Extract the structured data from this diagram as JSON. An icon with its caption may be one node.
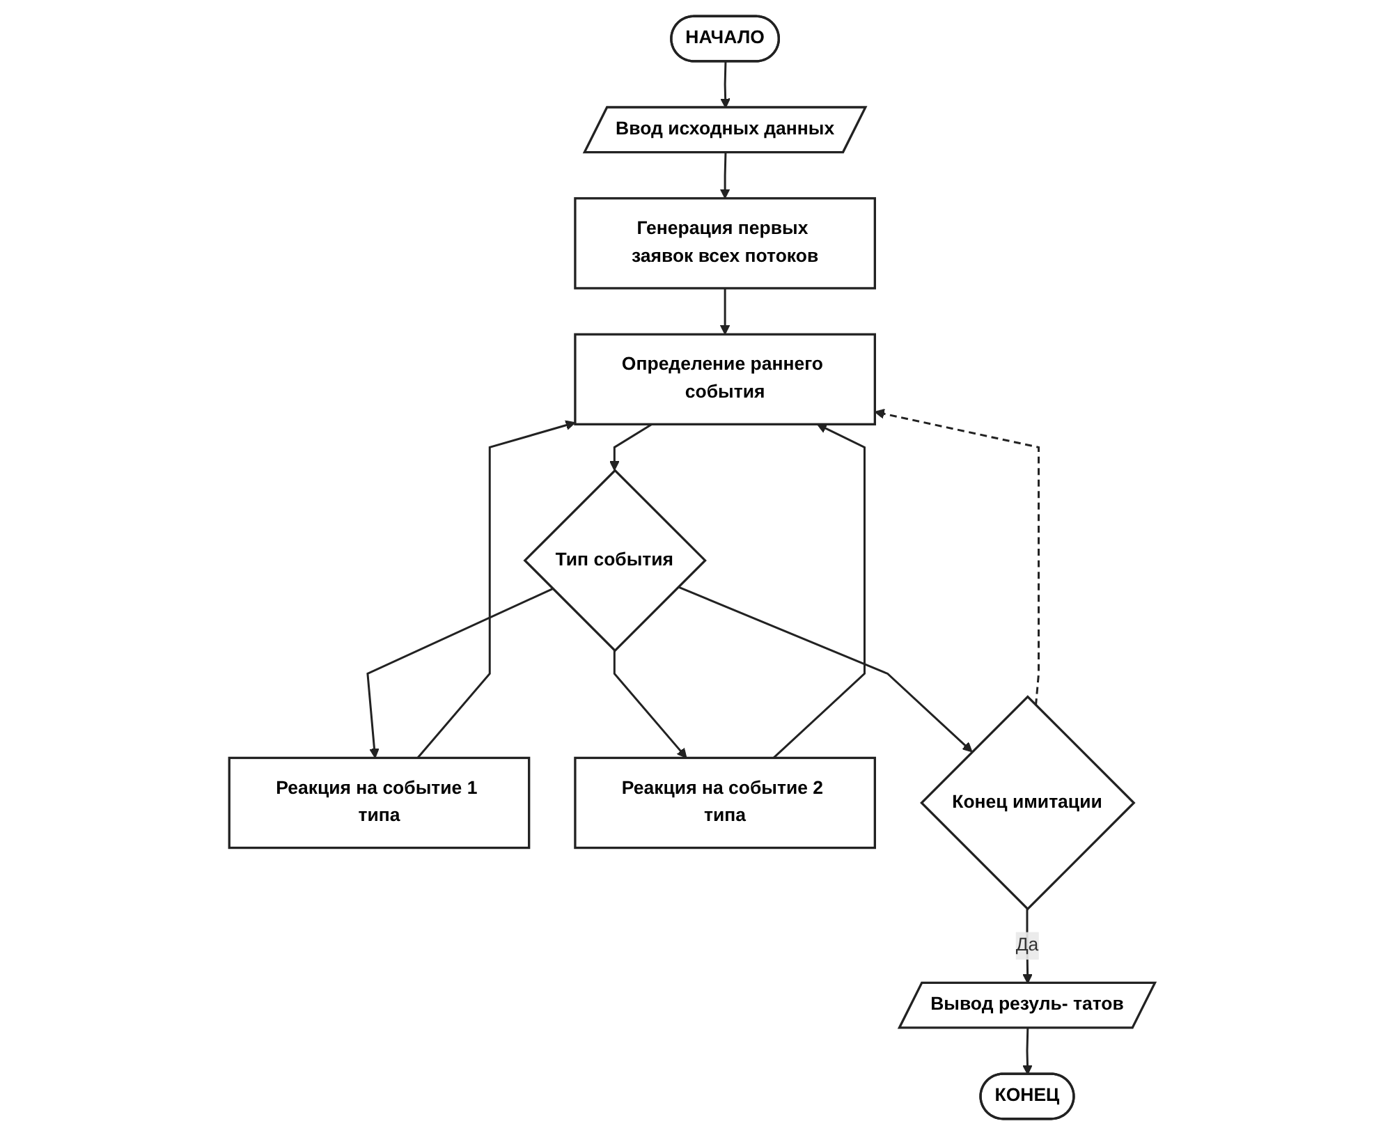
{
  "diagram": {
    "nodes": [
      {
        "text": [
          "НАЧАЛО"
        ]
      },
      {
        "text": [
          "Ввод исходных данных"
        ]
      },
      {
        "text": [
          "Генерация первых заявок всех потоков"
        ]
      },
      {
        "text": [
          "Определение раннего события"
        ]
      },
      {
        "text": [
          "Тип события"
        ]
      },
      {
        "text": [
          "Реакция на событие 1 типа"
        ]
      },
      {
        "text": [
          "Реакция на событие 2 типа"
        ]
      },
      {
        "text": [
          "Конец имитации"
        ]
      },
      {
        "text": [
          "Вывод резуль- татов"
        ]
      },
      {
        "text": [
          "КОНЕЦ"
        ]
      }
    ],
    "edges": [
      {
        "from": 0,
        "to": 1,
        "arrow": "to"
      },
      {
        "from": 1,
        "to": 2,
        "arrow": "to"
      },
      {
        "from": 2,
        "to": 3,
        "arrow": "to"
      },
      {
        "from": 3,
        "to": 4,
        "arrow": "to"
      },
      {
        "from": 4,
        "to": 5,
        "arrow": "to"
      },
      {
        "from": 4,
        "to": 6,
        "arrow": "to"
      },
      {
        "from": 4,
        "to": 7,
        "arrow": "to"
      },
      {
        "from": 5,
        "to": 3,
        "arrow": "to"
      },
      {
        "from": 6,
        "to": 3,
        "arrow": "to"
      },
      {
        "from": 7,
        "to": 3,
        "arrow": "to",
        "style": "dashed"
      },
      {
        "from": 7,
        "to": 8,
        "label": "Да",
        "arrow": "to"
      },
      {
        "from": 8,
        "to": 9,
        "arrow": "to"
      }
    ]
  }
}
